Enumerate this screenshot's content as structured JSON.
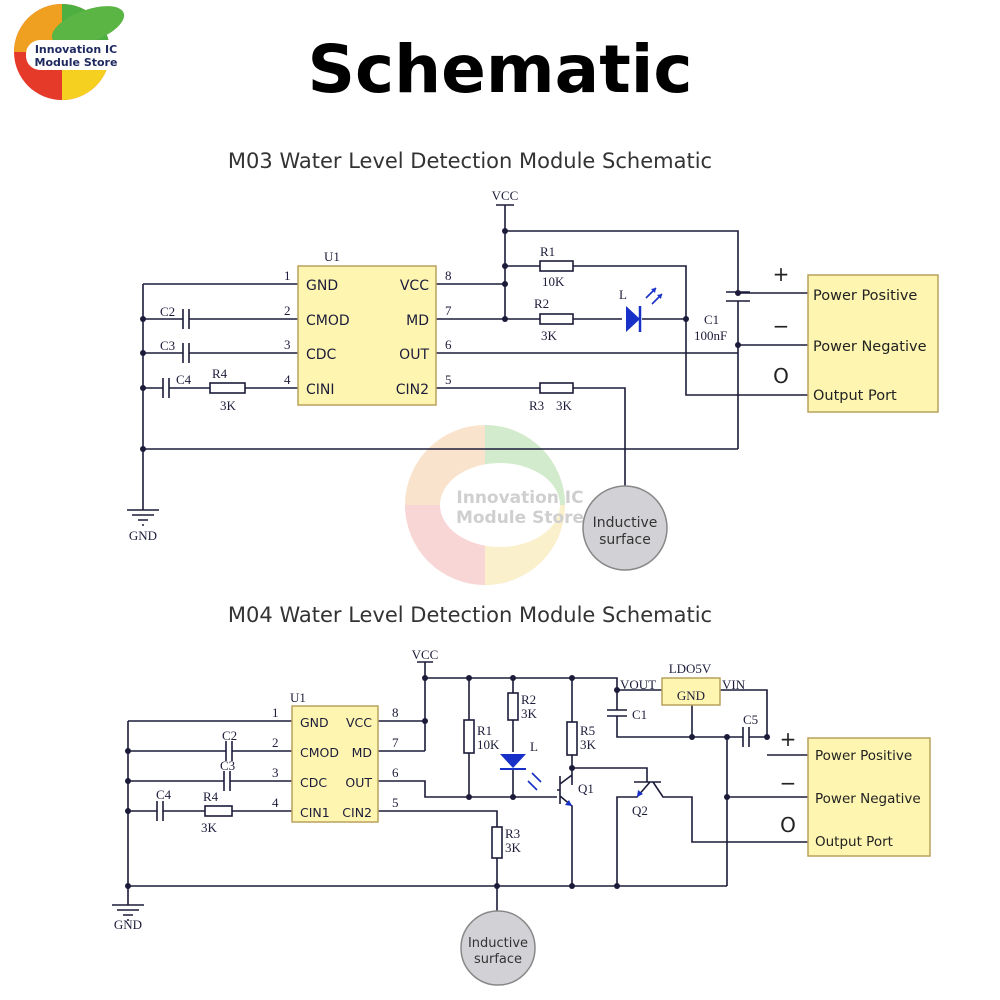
{
  "logo": {
    "line1": "Innovation IC",
    "line2": "Module Store"
  },
  "title": "Schematic",
  "watermark": {
    "line1": "Innovation IC",
    "line2": "Module Store"
  },
  "m03": {
    "subtitle": "M03 Water Level Detection Module Schematic",
    "vcc": "VCC",
    "gnd": "GND",
    "u1": "U1",
    "pins_left": [
      {
        "num": "1",
        "name": "GND"
      },
      {
        "num": "2",
        "name": "CMOD"
      },
      {
        "num": "3",
        "name": "CDC"
      },
      {
        "num": "4",
        "name": "CINI"
      }
    ],
    "pins_right": [
      {
        "num": "8",
        "name": "VCC"
      },
      {
        "num": "7",
        "name": "MD"
      },
      {
        "num": "6",
        "name": "OUT"
      },
      {
        "num": "5",
        "name": "CIN2"
      }
    ],
    "c2": "C2",
    "c3": "C3",
    "c4": "C4",
    "r4": "R4",
    "r4_val": "3K",
    "r1": "R1",
    "r1_val": "10K",
    "r2": "R2",
    "r2_val": "3K",
    "r3": "R3",
    "r3_val": "3K",
    "led": "L",
    "c1": "C1",
    "c1_val": "100nF",
    "sensor": {
      "line1": "Inductive",
      "line2": "surface"
    },
    "ports": {
      "plus": "+",
      "minus": "−",
      "out": "O",
      "power_positive": "Power Positive",
      "power_negative": "Power Negative",
      "output_port": "Output Port"
    }
  },
  "m04": {
    "subtitle": "M04 Water Level Detection Module Schematic",
    "vcc": "VCC",
    "gnd": "GND",
    "u1": "U1",
    "pins_left": [
      {
        "num": "1",
        "name": "GND"
      },
      {
        "num": "2",
        "name": "CMOD"
      },
      {
        "num": "3",
        "name": "CDC"
      },
      {
        "num": "4",
        "name": "CIN1"
      }
    ],
    "pins_right": [
      {
        "num": "8",
        "name": "VCC"
      },
      {
        "num": "7",
        "name": "MD"
      },
      {
        "num": "6",
        "name": "OUT"
      },
      {
        "num": "5",
        "name": "CIN2"
      }
    ],
    "c2": "C2",
    "c3": "C3",
    "c4": "C4",
    "r4": "R4",
    "r4_val": "3K",
    "r1": "R1",
    "r1_val": "10K",
    "r2": "R2",
    "r2_val": "3K",
    "r3": "R3",
    "r3_val": "3K",
    "r5": "R5",
    "r5_val": "3K",
    "led": "L",
    "q1": "Q1",
    "q2": "Q2",
    "c1": "C1",
    "c5": "C5",
    "ldo": "LDO5V",
    "ldo_gnd": "GND",
    "vout": "VOUT",
    "vin": "VIN",
    "sensor": {
      "line1": "Inductive",
      "line2": "surface"
    },
    "ports": {
      "plus": "+",
      "minus": "−",
      "out": "O",
      "power_positive": "Power Positive",
      "power_negative": "Power Negative",
      "output_port": "Output Port"
    }
  }
}
